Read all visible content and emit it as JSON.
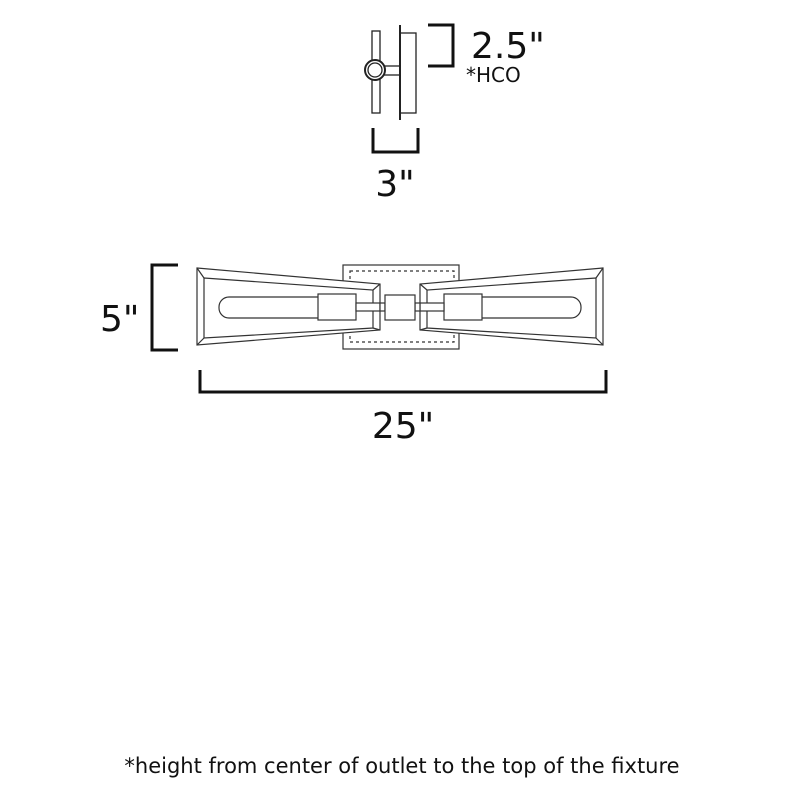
{
  "side_view": {
    "height_label": "2.5\"",
    "height_note": "*HCO",
    "depth_label": "3\""
  },
  "front_view": {
    "height_label": "5\"",
    "width_label": "25\""
  },
  "footnote": "*height from center of outlet to the top of the fixture"
}
